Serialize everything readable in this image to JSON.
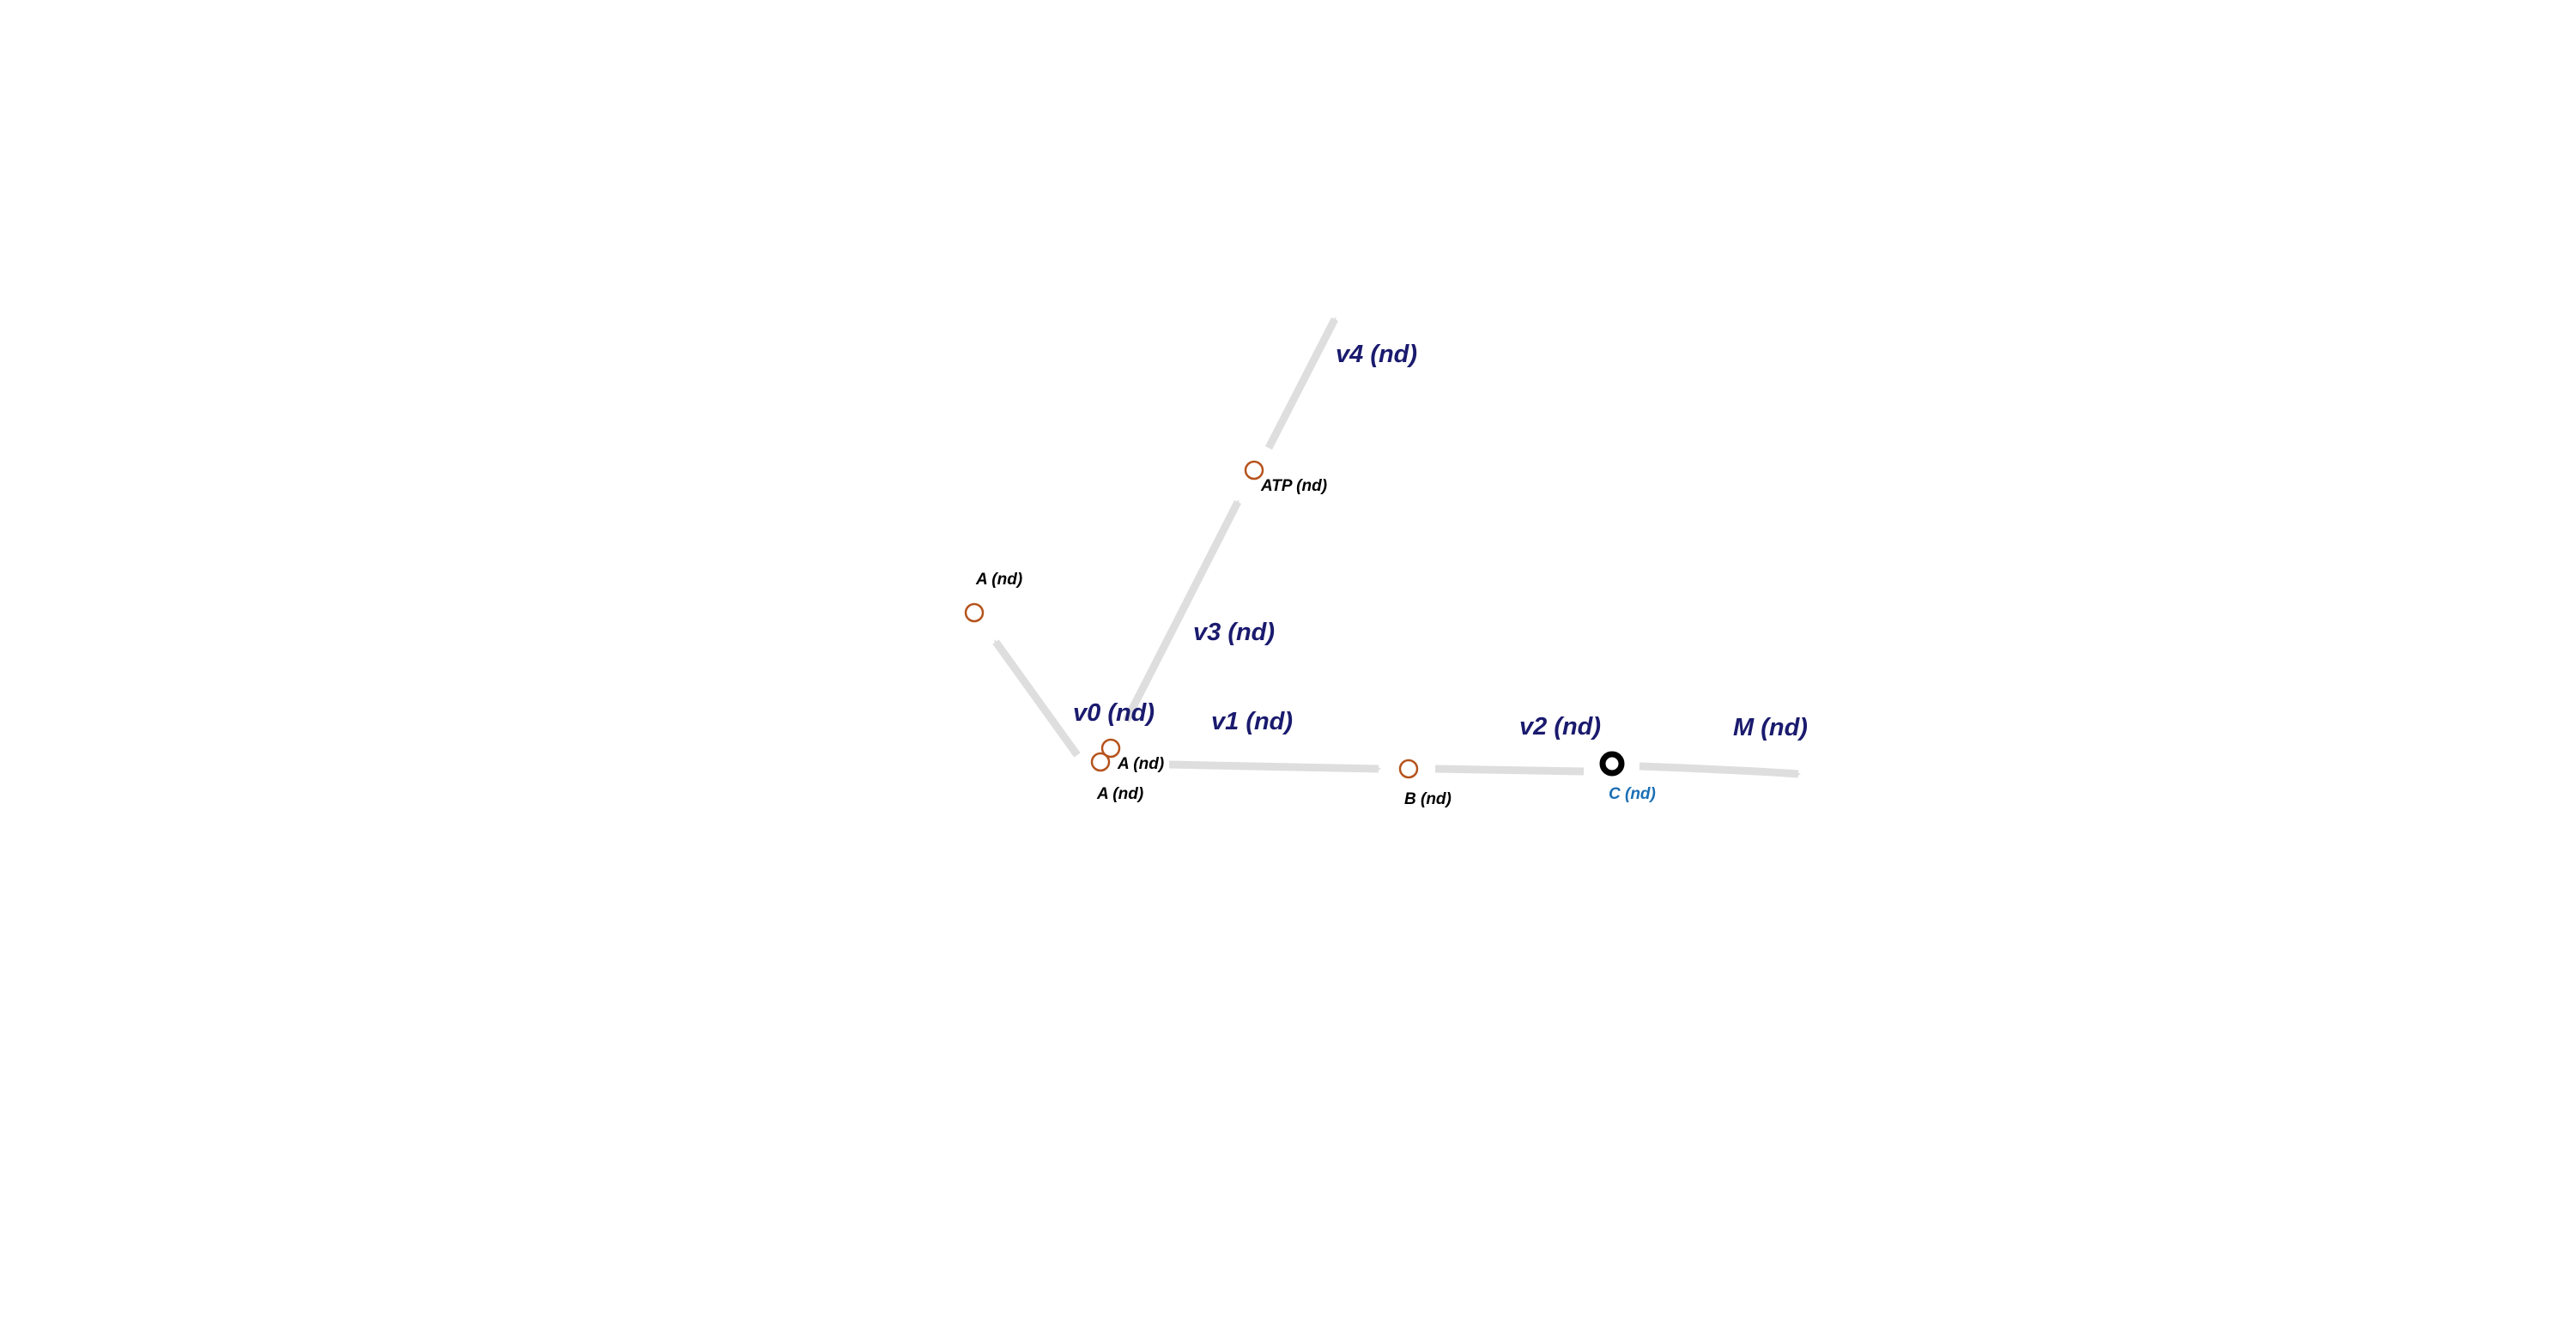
{
  "colors": {
    "background": "#ffffff",
    "edge": "#dedede",
    "reaction_label": "#1a1a6e",
    "metabolite_label": "#000000",
    "highlight_label": "#1a6fb5",
    "node_stroke": "#b5531c",
    "highlight_node_stroke": "#000000"
  },
  "reactions": [
    {
      "id": "v0",
      "label": "v0 (nd)"
    },
    {
      "id": "v1",
      "label": "v1 (nd)"
    },
    {
      "id": "v2",
      "label": "v2 (nd)"
    },
    {
      "id": "v3",
      "label": "v3 (nd)"
    },
    {
      "id": "v4",
      "label": "v4 (nd)"
    },
    {
      "id": "M",
      "label": "M (nd)"
    }
  ],
  "metabolites": [
    {
      "id": "A_center",
      "label": "A (nd)",
      "highlight": false
    },
    {
      "id": "A_lower",
      "label": "A (nd)",
      "highlight": false
    },
    {
      "id": "A_upper",
      "label": "A (nd)",
      "highlight": false
    },
    {
      "id": "ATP",
      "label": "ATP (nd)",
      "highlight": false
    },
    {
      "id": "B",
      "label": "B (nd)",
      "highlight": false
    },
    {
      "id": "C",
      "label": "C (nd)",
      "highlight": true
    }
  ]
}
